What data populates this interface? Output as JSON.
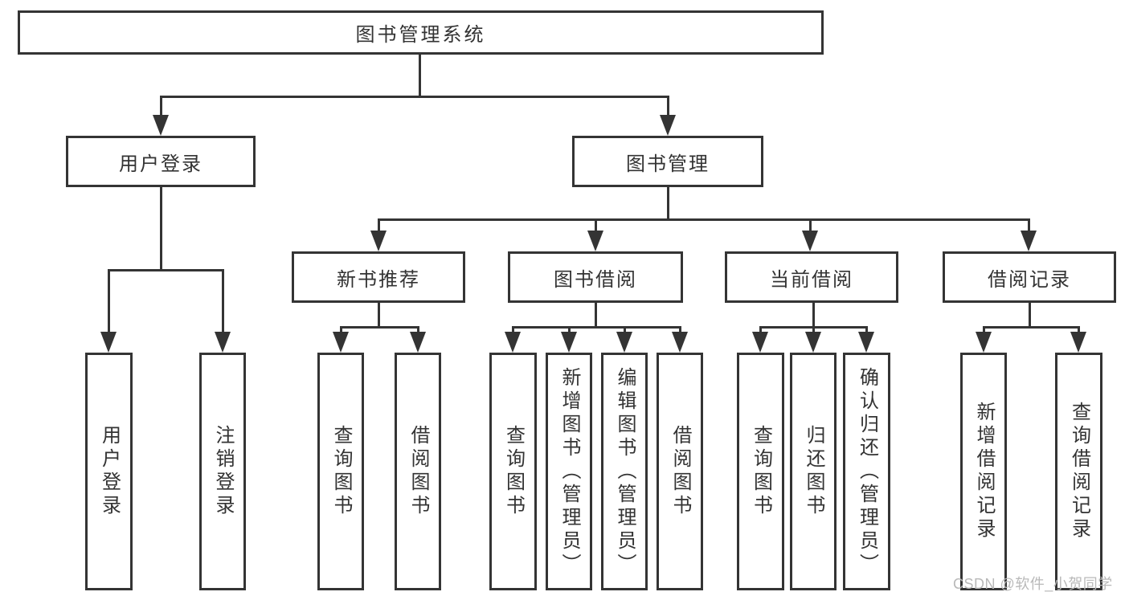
{
  "diagram": {
    "type": "hierarchy-tree",
    "orientation": "top-down",
    "colors": {
      "background": "#ffffff",
      "box_fill": "#ffffff",
      "box_border": "#343434",
      "connector": "#343434",
      "text": "#333333",
      "watermark_text": "#b9b9b9"
    }
  },
  "tree": {
    "root": {
      "label": "图书管理系统",
      "children": [
        {
          "label": "用户登录",
          "children": [
            {
              "label": "用户登录"
            },
            {
              "label": "注销登录"
            }
          ]
        },
        {
          "label": "图书管理",
          "children": [
            {
              "label": "新书推荐",
              "children": [
                {
                  "label": "查询图书"
                },
                {
                  "label": "借阅图书"
                }
              ]
            },
            {
              "label": "图书借阅",
              "children": [
                {
                  "label": "查询图书"
                },
                {
                  "label": "新增图书（管理员）"
                },
                {
                  "label": "编辑图书（管理员）"
                },
                {
                  "label": "借阅图书"
                }
              ]
            },
            {
              "label": "当前借阅",
              "children": [
                {
                  "label": "查询图书"
                },
                {
                  "label": "归还图书"
                },
                {
                  "label": "确认归还（管理员）"
                }
              ]
            },
            {
              "label": "借阅记录",
              "children": [
                {
                  "label": "新增借阅记录"
                },
                {
                  "label": "查询借阅记录"
                }
              ]
            }
          ]
        }
      ]
    }
  },
  "watermark": {
    "text": "CSDN @软件_小贺同学"
  }
}
